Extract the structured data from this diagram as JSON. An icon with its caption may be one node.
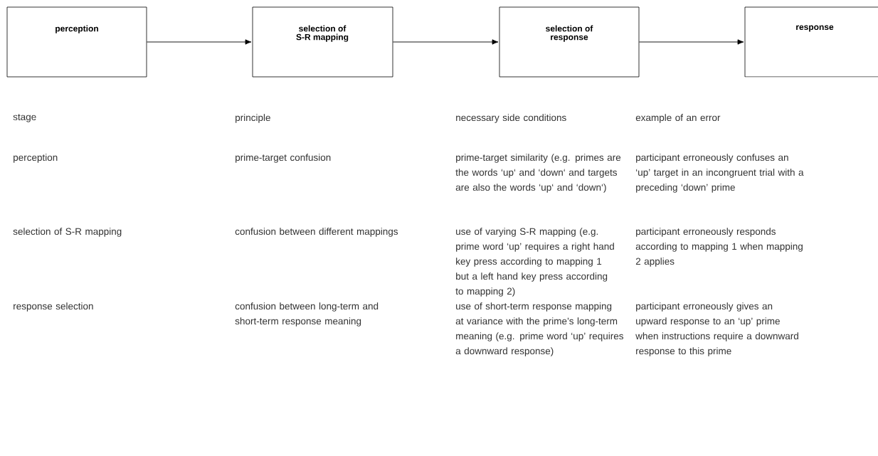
{
  "diagram": {
    "nodes": [
      {
        "text": [
          "perception"
        ]
      },
      {
        "text": [
          "selection of S-R mapping"
        ]
      },
      {
        "text": [
          "selection of response"
        ]
      },
      {
        "text": [
          "response"
        ]
      }
    ],
    "edges": [
      {
        "from": 0,
        "to": 1,
        "arrow": "to"
      },
      {
        "from": 1,
        "to": 2,
        "arrow": "to"
      },
      {
        "from": 2,
        "to": 3,
        "arrow": "to"
      }
    ],
    "labels": [
      "stage",
      "principle",
      "necessary side conditions",
      "example of an error",
      "perception",
      "prime-target confusion",
      "prime-target similarity (e.g. primes are the words ‘up‘ and ‘down‘ and targets are also the words ‘up‘ and ‘down‘)",
      "participant erroneously confuses an ‘up’ target in an incongruent trial with a preceding ‘down’ prime",
      "selection of S-R mapping",
      "confusion between different mappings",
      "use of varying S-R mapping (e.g. prime word ‘up’ requires a right hand key press according to mapping 1 but a left hand key press according to mapping 2)",
      "participant erroneously responds according to mapping 1 when mapping 2 applies",
      "response selection",
      "confusion between long-term and short-term response meaning",
      "use of short-term response mapping at variance with the prime’s long-term meaning (e.g. prime word ‘up’ requires a downward response)",
      "participant erroneously gives an upward response to an ‘up’ prime when instructions require a downward response to this prime"
    ]
  }
}
